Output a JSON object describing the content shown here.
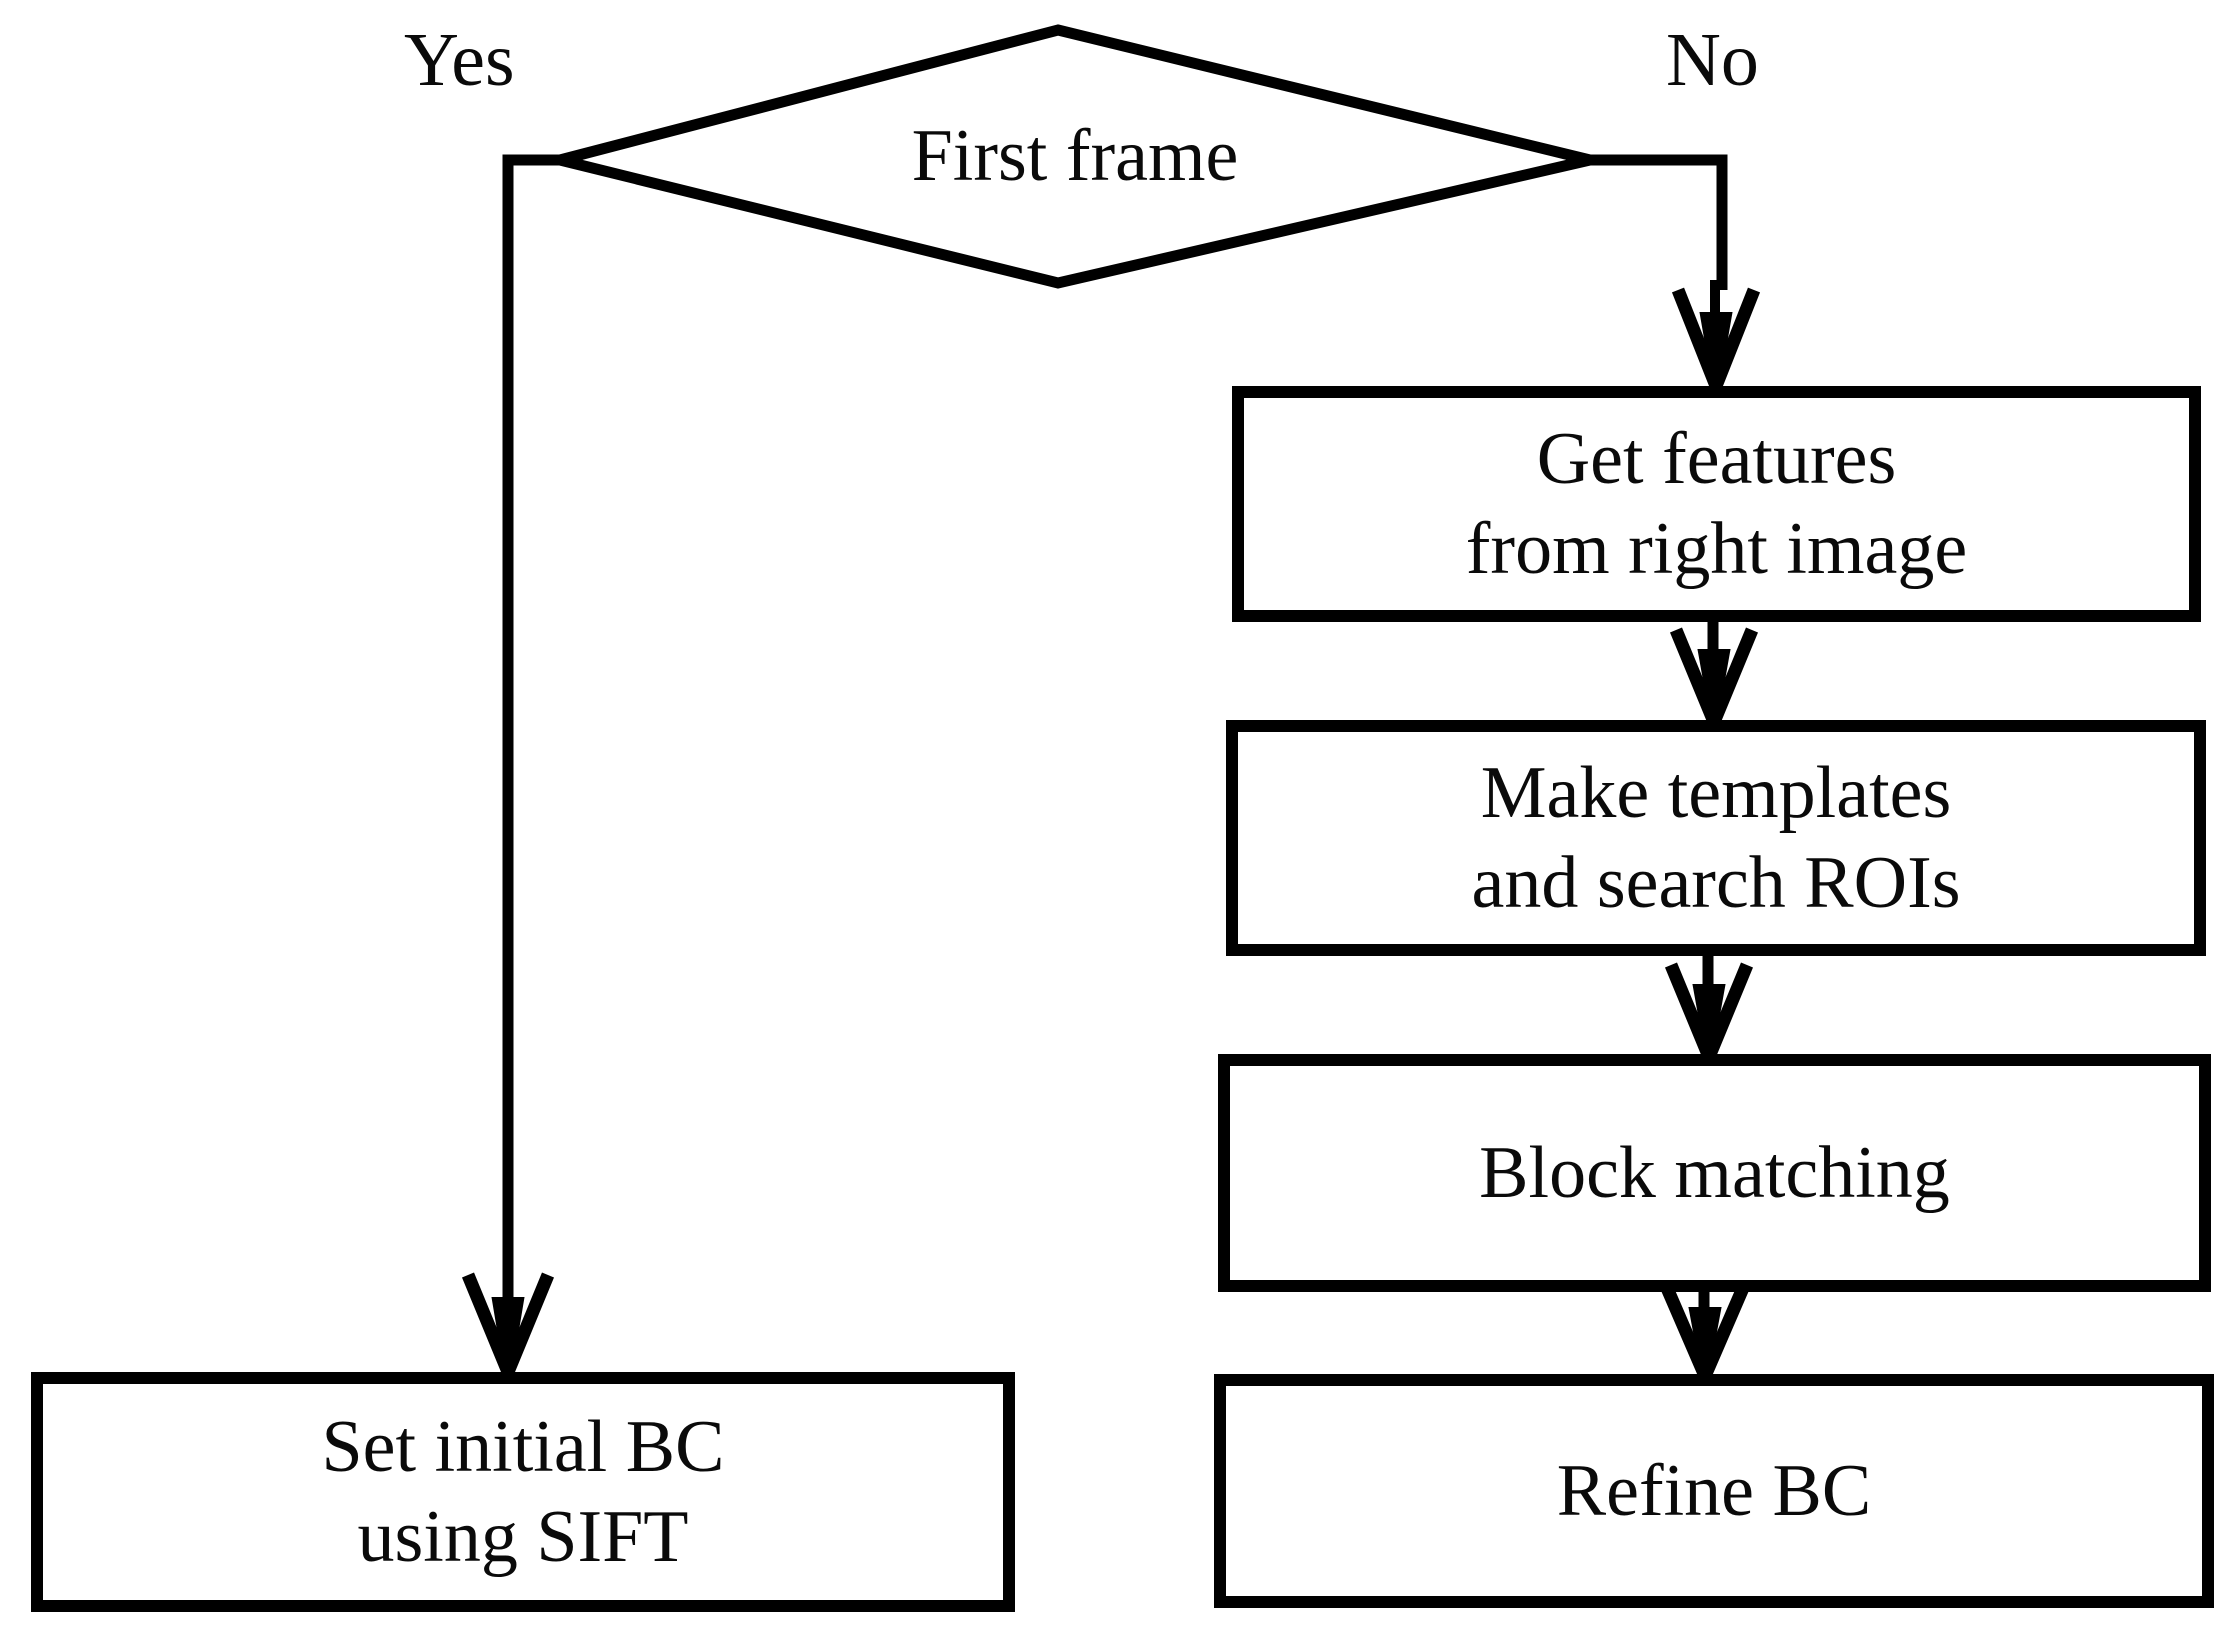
{
  "diagram": {
    "type": "flowchart",
    "title": "",
    "background_color": "#ffffff",
    "stroke_color": "#000000",
    "text_color": "#0a0a0a",
    "nodes": [
      {
        "id": "first-frame",
        "shape": "diamond",
        "label": "First frame",
        "lines": [
          "First frame"
        ]
      },
      {
        "id": "set-initial-bc",
        "shape": "rectangle",
        "label": "Set initial BC using SIFT",
        "lines": [
          "Set initial BC",
          "using SIFT"
        ]
      },
      {
        "id": "get-features",
        "shape": "rectangle",
        "label": "Get features from right image",
        "lines": [
          "Get features",
          "from right image"
        ]
      },
      {
        "id": "make-templates",
        "shape": "rectangle",
        "label": "Make templates and search ROIs",
        "lines": [
          "Make templates",
          "and search ROIs"
        ]
      },
      {
        "id": "block-matching",
        "shape": "rectangle",
        "label": "Block matching",
        "lines": [
          "Block matching"
        ]
      },
      {
        "id": "refine-bc",
        "shape": "rectangle",
        "label": "Refine BC",
        "lines": [
          "Refine BC"
        ]
      }
    ],
    "branch_labels": {
      "yes": "Yes",
      "no": "No"
    },
    "edges": [
      {
        "from": "first-frame",
        "to": "set-initial-bc",
        "label": "Yes",
        "arrow": true
      },
      {
        "from": "first-frame",
        "to": "get-features",
        "label": "No",
        "arrow": true
      },
      {
        "from": "get-features",
        "to": "make-templates",
        "label": "",
        "arrow": true
      },
      {
        "from": "make-templates",
        "to": "block-matching",
        "label": "",
        "arrow": true
      },
      {
        "from": "block-matching",
        "to": "refine-bc",
        "label": "",
        "arrow": true
      }
    ]
  }
}
